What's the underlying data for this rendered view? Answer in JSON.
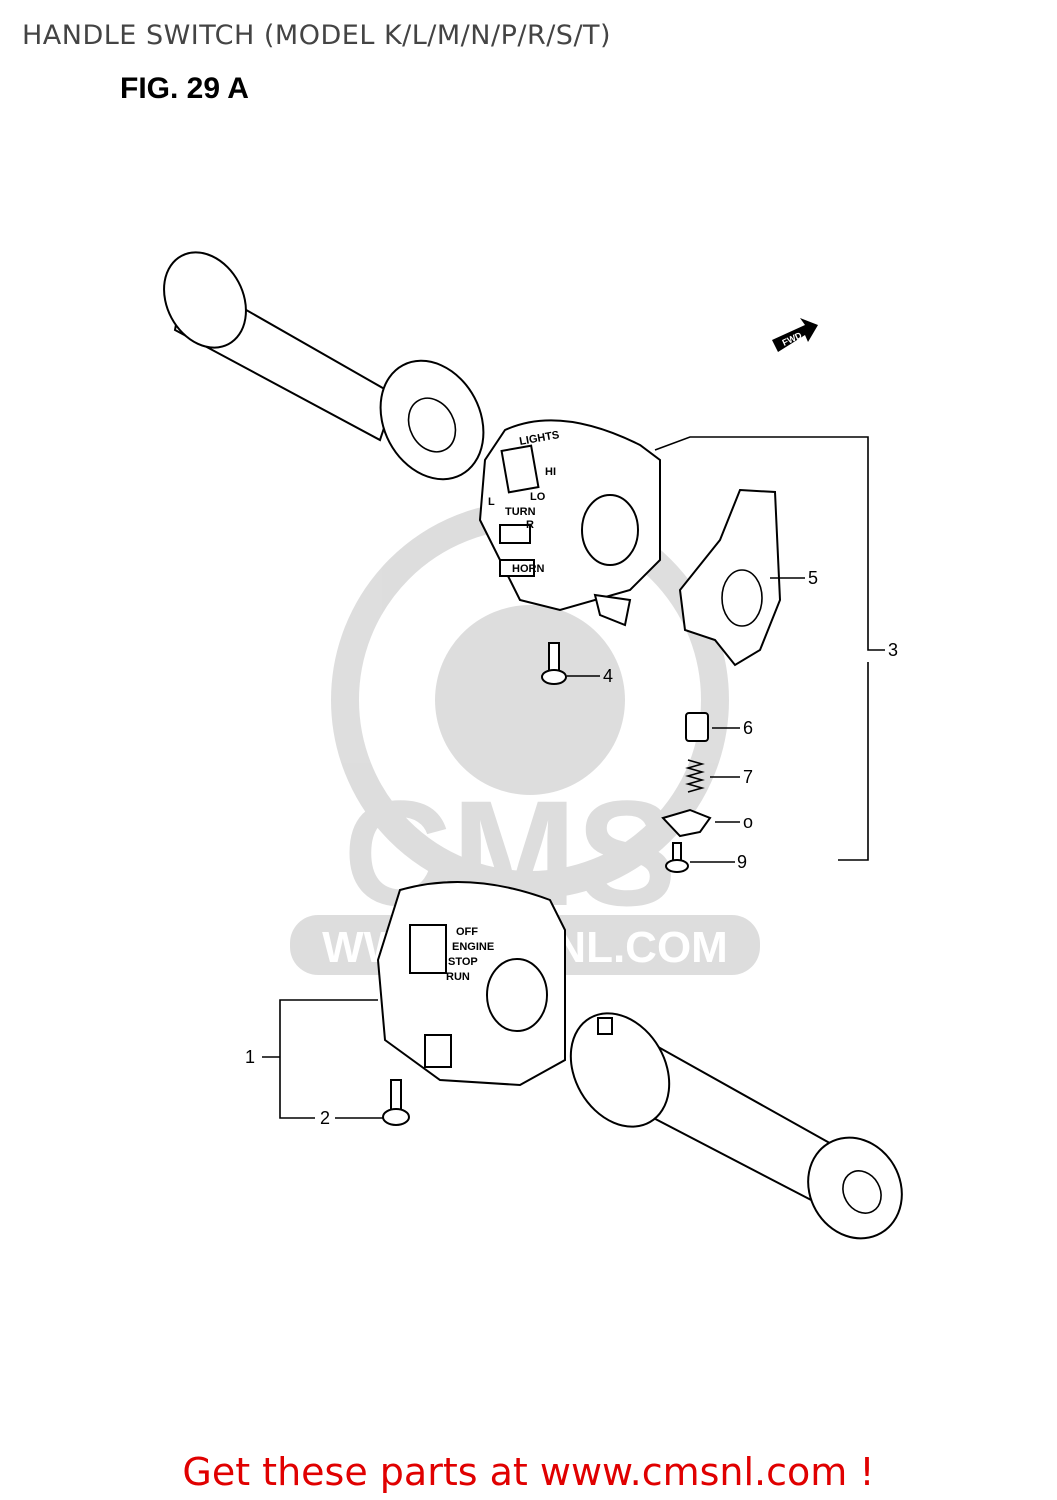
{
  "header": {
    "title": "HANDLE SWITCH (MODEL K/L/M/N/P/R/S/T)",
    "figure": "FIG. 29 A"
  },
  "diagram": {
    "fwd_label": "FWD",
    "left_switch_labels": {
      "lights": "LIGHTS",
      "hi": "HI",
      "lo": "LO",
      "turn": "TURN",
      "l": "L",
      "r": "R",
      "horn": "HORN"
    },
    "right_switch_labels": {
      "off": "OFF",
      "engine": "ENGINE",
      "stop": "STOP",
      "run": "RUN"
    },
    "watermark": "WWW.CMSNL.COM",
    "watermark_logo": "CMS",
    "callouts": [
      {
        "id": "1",
        "label": "1"
      },
      {
        "id": "2",
        "label": "2"
      },
      {
        "id": "3",
        "label": "3"
      },
      {
        "id": "4",
        "label": "4"
      },
      {
        "id": "5",
        "label": "5"
      },
      {
        "id": "6",
        "label": "6"
      },
      {
        "id": "7",
        "label": "7"
      },
      {
        "id": "8",
        "label": "o"
      },
      {
        "id": "9",
        "label": "9"
      }
    ]
  },
  "footer": {
    "text": "Get these parts at www.cmsnl.com !"
  }
}
